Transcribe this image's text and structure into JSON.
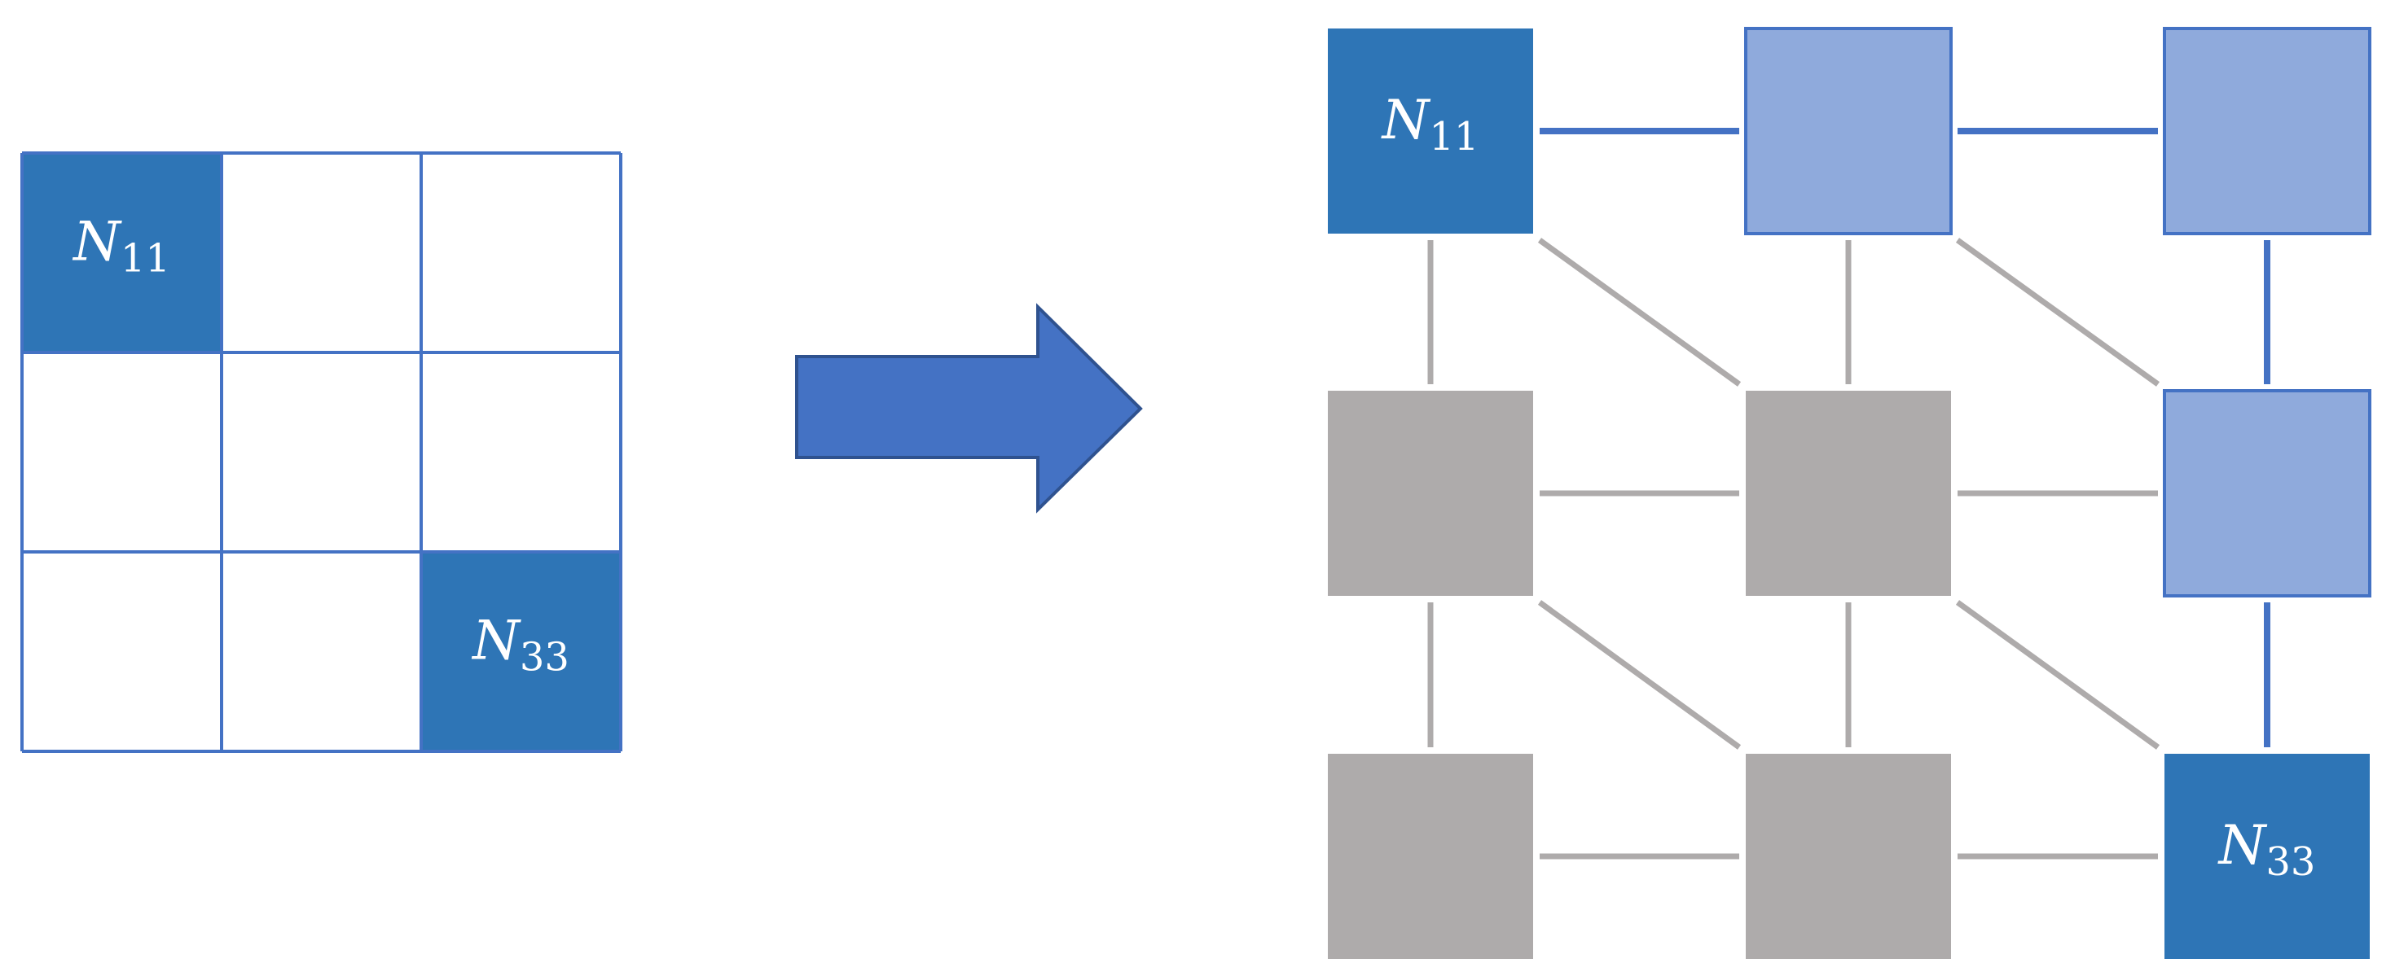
{
  "colors": {
    "endpoint_fill": "#2e75b6",
    "path_fill": "#8faadc",
    "other_fill": "#aeabab",
    "grid_line": "#4472c4",
    "path_edge": "#4472c4",
    "other_edge": "#aeabab",
    "arrow_fill": "#4472c4",
    "arrow_stroke": "#2f528f",
    "label_text": "#ffffff"
  },
  "grid": {
    "rows": 3,
    "cols": 3,
    "highlighted_cells": [
      {
        "row": 1,
        "col": 1,
        "label_main": "N",
        "label_sub": "11"
      },
      {
        "row": 3,
        "col": 3,
        "label_main": "N",
        "label_sub": "33"
      }
    ]
  },
  "arrow": {
    "direction": "right"
  },
  "graph": {
    "nodes": [
      {
        "id": "n11",
        "row": 1,
        "col": 1,
        "role": "endpoint",
        "label_main": "N",
        "label_sub": "11"
      },
      {
        "id": "n12",
        "row": 1,
        "col": 2,
        "role": "path",
        "label_main": "",
        "label_sub": ""
      },
      {
        "id": "n13",
        "row": 1,
        "col": 3,
        "role": "path",
        "label_main": "",
        "label_sub": ""
      },
      {
        "id": "n21",
        "row": 2,
        "col": 1,
        "role": "other",
        "label_main": "",
        "label_sub": ""
      },
      {
        "id": "n22",
        "row": 2,
        "col": 2,
        "role": "other",
        "label_main": "",
        "label_sub": ""
      },
      {
        "id": "n23",
        "row": 2,
        "col": 3,
        "role": "path",
        "label_main": "",
        "label_sub": ""
      },
      {
        "id": "n31",
        "row": 3,
        "col": 1,
        "role": "other",
        "label_main": "",
        "label_sub": ""
      },
      {
        "id": "n32",
        "row": 3,
        "col": 2,
        "role": "other",
        "label_main": "",
        "label_sub": ""
      },
      {
        "id": "n33",
        "row": 3,
        "col": 3,
        "role": "endpoint",
        "label_main": "N",
        "label_sub": "33"
      }
    ],
    "edges": [
      {
        "from": "n11",
        "to": "n12",
        "path": true
      },
      {
        "from": "n12",
        "to": "n13",
        "path": true
      },
      {
        "from": "n13",
        "to": "n23",
        "path": true
      },
      {
        "from": "n23",
        "to": "n33",
        "path": true
      },
      {
        "from": "n11",
        "to": "n21",
        "path": false
      },
      {
        "from": "n11",
        "to": "n22",
        "path": false
      },
      {
        "from": "n12",
        "to": "n22",
        "path": false
      },
      {
        "from": "n12",
        "to": "n23",
        "path": false
      },
      {
        "from": "n21",
        "to": "n22",
        "path": false
      },
      {
        "from": "n22",
        "to": "n23",
        "path": false
      },
      {
        "from": "n21",
        "to": "n31",
        "path": false
      },
      {
        "from": "n21",
        "to": "n32",
        "path": false
      },
      {
        "from": "n22",
        "to": "n32",
        "path": false
      },
      {
        "from": "n22",
        "to": "n33",
        "path": false
      },
      {
        "from": "n31",
        "to": "n32",
        "path": false
      },
      {
        "from": "n32",
        "to": "n33",
        "path": false
      }
    ]
  }
}
